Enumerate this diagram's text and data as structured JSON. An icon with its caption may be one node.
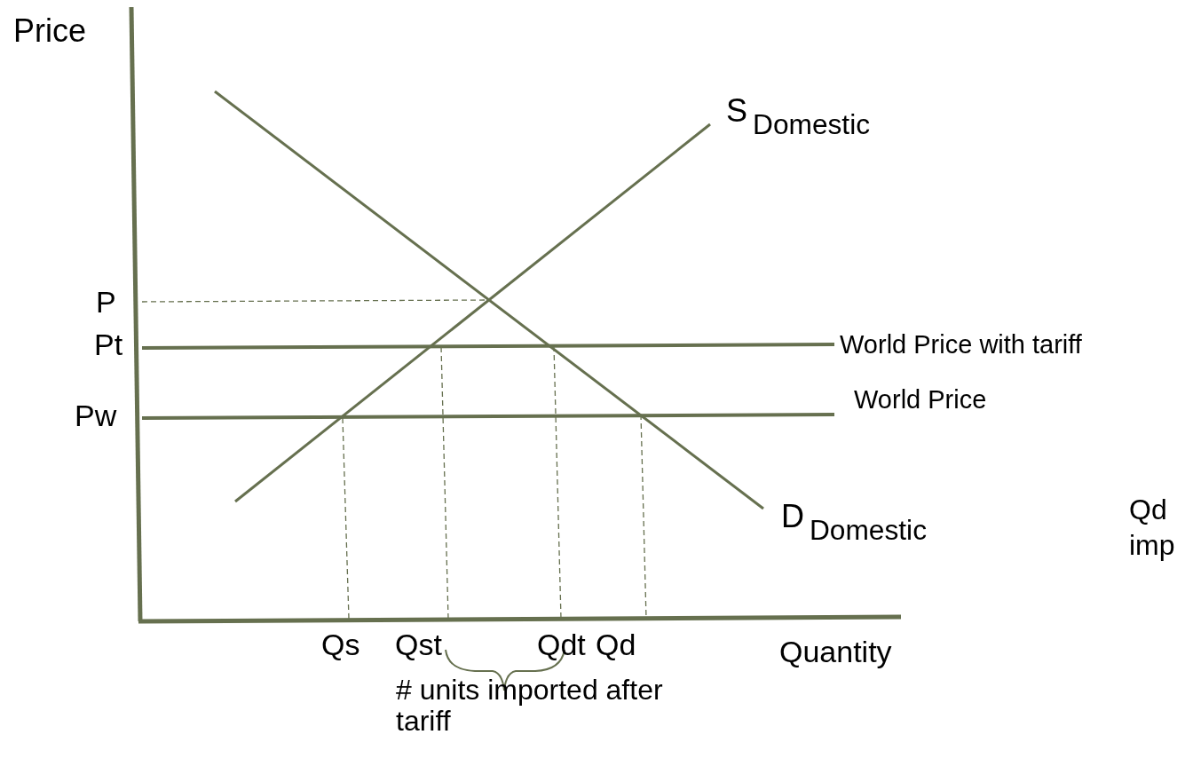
{
  "diagram": {
    "labels": [
      "Price",
      "P",
      "Pt",
      "Pw",
      "S$_{Domestic}$",
      "World Price with tariff",
      "World Price",
      "D$_{Domestic}$",
      "Qs",
      "Qst",
      "Qdt",
      "Qd",
      "Quantity",
      "# units imported after tariff",
      "Qd",
      "imp"
    ]
  }
}
